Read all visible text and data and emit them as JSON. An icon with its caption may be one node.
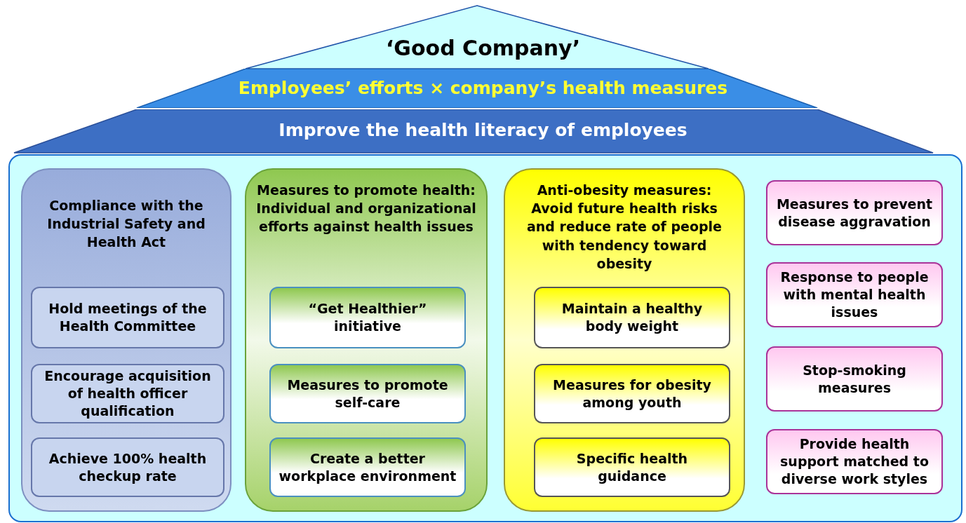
{
  "diagram": {
    "nodes": [
      {
        "text": [
          "‘Good Company’"
        ]
      },
      {
        "text": [
          "Employees’ efforts × company’s health measures"
        ]
      },
      {
        "text": [
          "Improve the health literacy of employees"
        ]
      },
      {
        "text": [],
        "shape": "box"
      },
      {
        "text": [
          "Compliance with the Industrial Safety and Health Act"
        ],
        "in": 3
      },
      {
        "text": [
          "Hold meetings of the Health Committee"
        ],
        "in": 4
      },
      {
        "text": [
          "Encourage acquisition of health officer qualification"
        ],
        "in": 4
      },
      {
        "text": [
          "Achieve 100% health checkup rate"
        ],
        "in": 4
      },
      {
        "text": [
          "Measures to promote health: Individual and organizational efforts against health issues"
        ],
        "in": 3
      },
      {
        "text": [
          "“Get Healthier” initiative"
        ],
        "in": 8
      },
      {
        "text": [
          "Measures to promote self-care"
        ],
        "in": 8
      },
      {
        "text": [
          "Create a better workplace environment"
        ],
        "in": 8
      },
      {
        "text": [
          "Anti-obesity measures: Avoid future health risks and reduce rate of people with tendency toward obesity"
        ],
        "in": 3
      },
      {
        "text": [
          "Maintain a healthy body weight"
        ],
        "in": 12
      },
      {
        "text": [
          "Measures for obesity among youth"
        ],
        "in": 12
      },
      {
        "text": [
          "Specific health guidance"
        ],
        "in": 12
      },
      {
        "text": [
          "Measures to prevent disease aggravation"
        ],
        "in": 3
      },
      {
        "text": [
          "Response to people with mental health issues"
        ],
        "in": 3
      },
      {
        "text": [
          "Stop-smoking measures"
        ],
        "in": 3
      },
      {
        "text": [
          "Provide health support matched to diverse work styles"
        ],
        "in": 3
      }
    ],
    "edges": []
  }
}
